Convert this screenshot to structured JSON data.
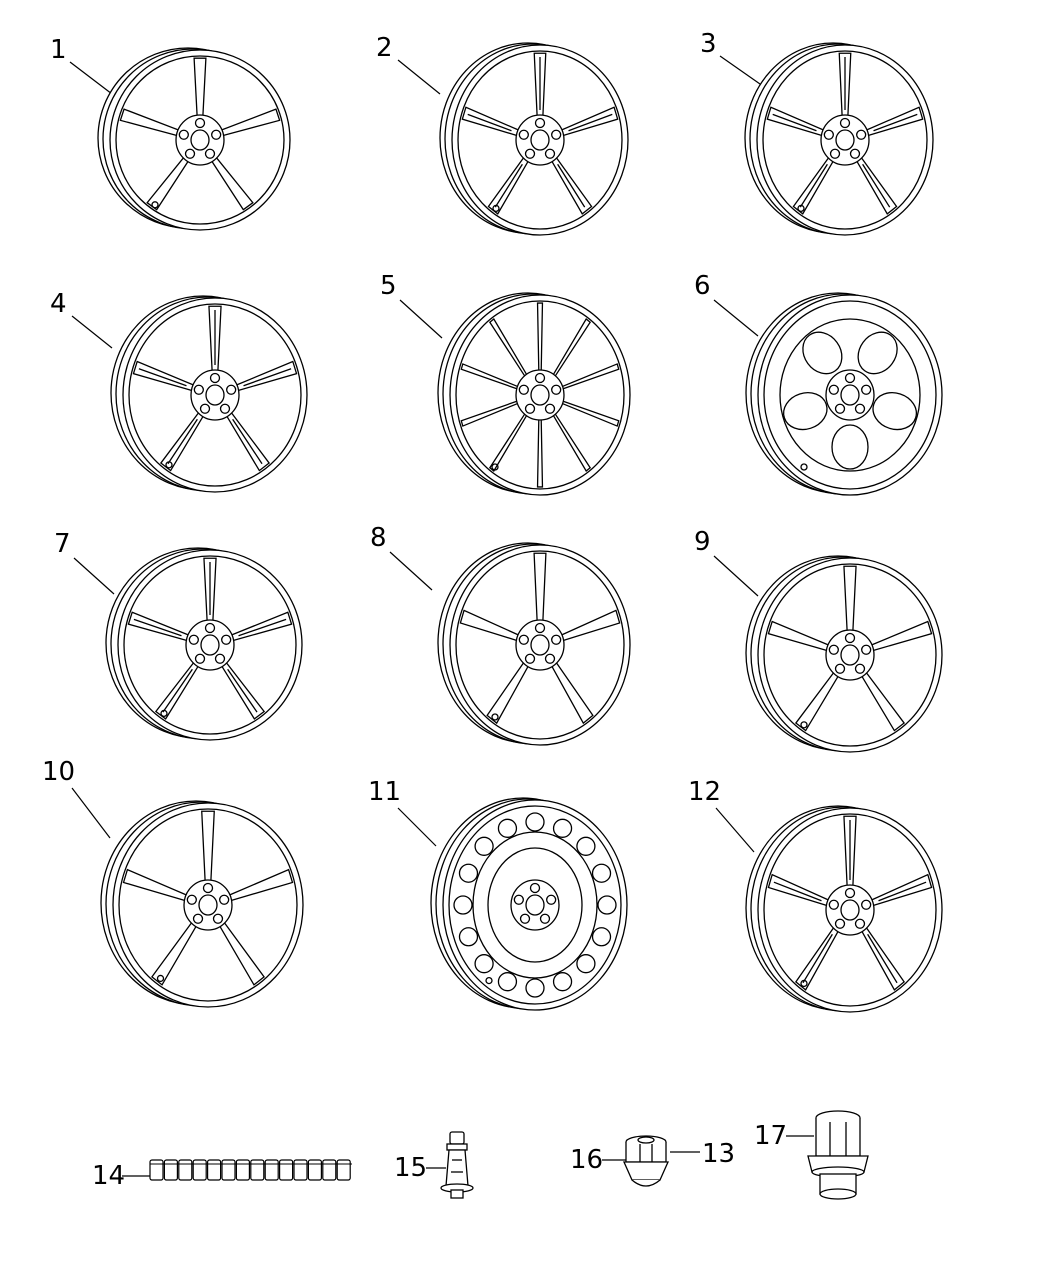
{
  "callouts": [
    {
      "id": "1",
      "label": "1"
    },
    {
      "id": "2",
      "label": "2"
    },
    {
      "id": "3",
      "label": "3"
    },
    {
      "id": "4",
      "label": "4"
    },
    {
      "id": "5",
      "label": "5"
    },
    {
      "id": "6",
      "label": "6"
    },
    {
      "id": "7",
      "label": "7"
    },
    {
      "id": "8",
      "label": "8"
    },
    {
      "id": "9",
      "label": "9"
    },
    {
      "id": "10",
      "label": "10"
    },
    {
      "id": "11",
      "label": "11"
    },
    {
      "id": "12",
      "label": "12"
    },
    {
      "id": "13",
      "label": "13"
    },
    {
      "id": "14",
      "label": "14"
    },
    {
      "id": "15",
      "label": "15"
    },
    {
      "id": "16",
      "label": "16"
    },
    {
      "id": "17",
      "label": "17"
    }
  ],
  "wheels": [
    {
      "part": "1",
      "style": "five-spoke-slots",
      "spokes": 5
    },
    {
      "part": "2",
      "style": "split-y-spoke",
      "spokes": 5
    },
    {
      "part": "3",
      "style": "twin-spoke",
      "spokes": 5
    },
    {
      "part": "4",
      "style": "twin-spoke-deep",
      "spokes": 5
    },
    {
      "part": "5",
      "style": "ten-spoke-thin",
      "spokes": 10
    },
    {
      "part": "6",
      "style": "steel-five-window",
      "spokes": 5
    },
    {
      "part": "7",
      "style": "split-five-spoke",
      "spokes": 5
    },
    {
      "part": "8",
      "style": "multi-y-spoke",
      "spokes": 5
    },
    {
      "part": "9",
      "style": "five-spoke-straight",
      "spokes": 5
    },
    {
      "part": "10",
      "style": "five-spoke-wide",
      "spokes": 5
    },
    {
      "part": "11",
      "style": "steel-round-holes",
      "spokes": 0
    },
    {
      "part": "12",
      "style": "twin-spoke-sport",
      "spokes": 5
    }
  ]
}
